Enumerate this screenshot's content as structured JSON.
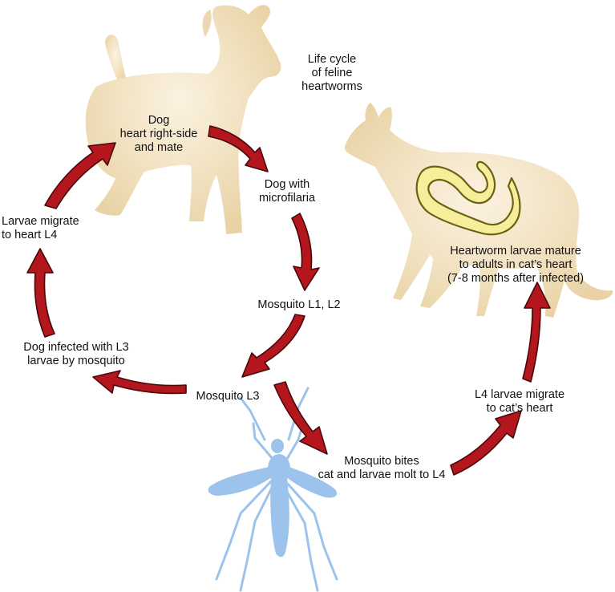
{
  "title": [
    "Life cycle",
    "of feline",
    "heartworms"
  ],
  "labels": {
    "dog_heart": [
      "Dog",
      "heart right-side",
      "and mate"
    ],
    "dog_microfilaria": [
      "Dog with",
      "microfilaria"
    ],
    "mosquito_l1_l2": [
      "Mosquito L1, L2"
    ],
    "mosquito_l3": [
      "Mosquito L3"
    ],
    "dog_infected": [
      "Dog infected with L3",
      "larvae by mosquito"
    ],
    "larvae_migrate": [
      "Larvae migrate",
      "to heart L4"
    ],
    "mosquito_bites_cat": [
      "Mosquito bites",
      "cat and larvae molt to L4"
    ],
    "l4_migrate": [
      "L4 larvae migrate",
      "to cat’s heart"
    ],
    "heartworm_mature": [
      "Heartworm larvae mature",
      "to adults in cat’s heart",
      "(7-8 months after infected)"
    ]
  },
  "colors": {
    "arrow_fill": "#b3171d",
    "arrow_stroke": "#4a0608",
    "animal_fill": "#f0dcb6",
    "animal_glow": "#fbf2e0",
    "mosquito": "#9cc3ec",
    "worm_fill": "#f6ee9a",
    "worm_stroke": "#6b6212"
  },
  "icons": [
    "dog-silhouette",
    "cat-silhouette",
    "mosquito-silhouette",
    "heartworm"
  ]
}
